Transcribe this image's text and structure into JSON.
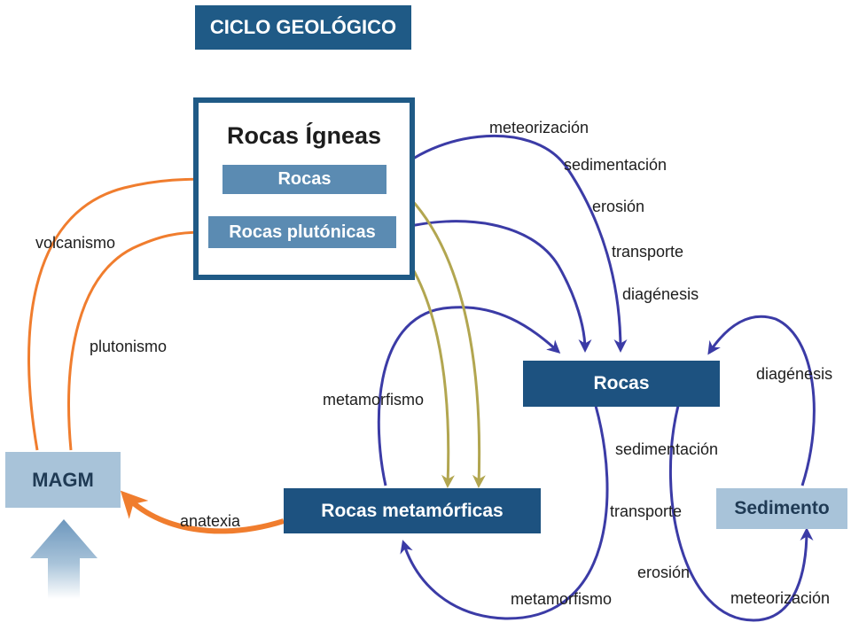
{
  "diagram": {
    "title": "CICLO GEOLÓGICO",
    "nodes": {
      "igneas_heading": "Rocas Ígneas",
      "rocas_volcanicas": "Rocas",
      "rocas_plutonicas": "Rocas plutónicas",
      "rocas_sedimentarias": "Rocas",
      "magma": "MAGM",
      "metamorficas": "Rocas metamórficas",
      "sedimento": "Sedimento"
    },
    "labels": {
      "meteorizacion_top": "meteorización",
      "sedimentacion_top": "sedimentación",
      "erosion_top": "erosión",
      "transporte_top": "transporte",
      "diagenesis_top": "diagénesis",
      "volcanismo": "volcanismo",
      "plutonismo": "plutonismo",
      "metamorfismo_left": "metamorfismo",
      "diagenesis_right": "diagénesis",
      "sedimentacion_mid": "sedimentación",
      "transporte_mid": "transporte",
      "erosion_bottom": "erosión",
      "metamorfismo_bottom": "metamorfismo",
      "meteorizacion_bottom": "meteorización",
      "anatexia": "anatexia"
    },
    "colors": {
      "blue_arrows": "#3b3ba6",
      "orange_arrows": "#f07d2e",
      "olive_arrows": "#b2a650",
      "box_dark": "#1d5280",
      "box_light": "#5b8bb2"
    }
  }
}
